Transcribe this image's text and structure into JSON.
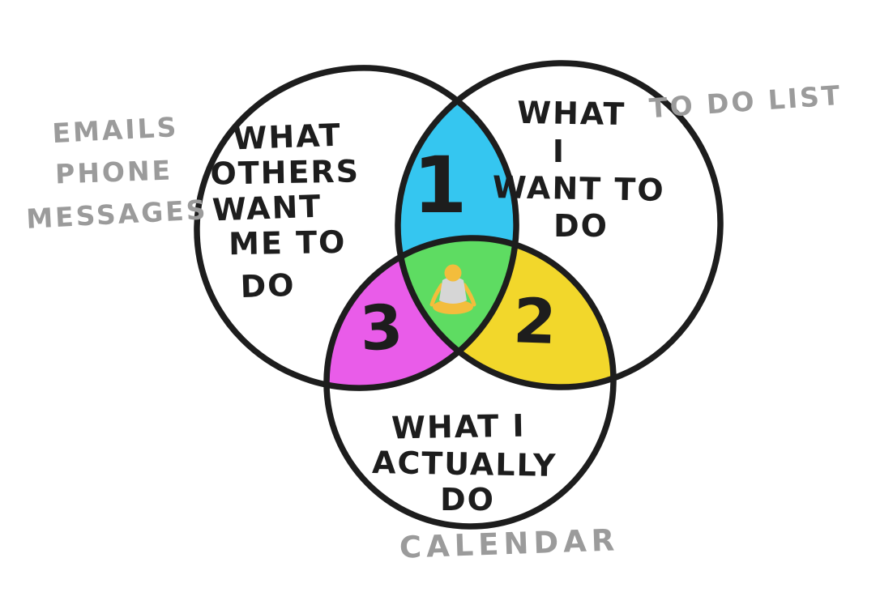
{
  "colors": {
    "background": "#ffffff",
    "outline": "#1d1d1d",
    "label": "#1d1d1d",
    "annotation": "#9b9b9b",
    "region1": "#35c6f0",
    "region2": "#f2d72b",
    "region3": "#e95ce9",
    "regionCenter": "#5edc62",
    "figureSkin": "#f3bd3c",
    "figureShirt": "#d6d6d6"
  },
  "venn": {
    "circles": {
      "left": {
        "lines": [
          "WHAT",
          "OTHERS",
          "WANT",
          "ME TO",
          "DO"
        ]
      },
      "right": {
        "lines": [
          "WHAT",
          "I",
          "WANT TO",
          "DO"
        ]
      },
      "bottom": {
        "lines": [
          "WHAT I",
          "ACTUALLY",
          "DO"
        ]
      }
    },
    "regions": {
      "one": {
        "number": "1"
      },
      "two": {
        "number": "2"
      },
      "three": {
        "number": "3"
      },
      "center": {
        "icon": "person-meditating"
      }
    },
    "annotations": {
      "left": {
        "lines": [
          "EMAILS",
          "PHONE",
          "MESSAGES"
        ]
      },
      "right": {
        "text": "TO DO LIST"
      },
      "bottom": {
        "text": "CALENDAR"
      }
    }
  }
}
